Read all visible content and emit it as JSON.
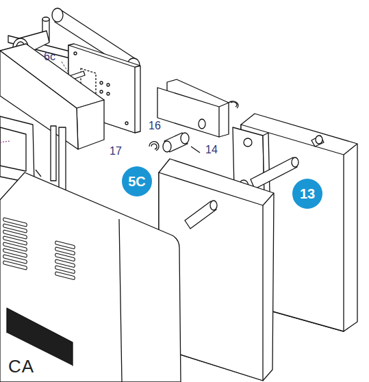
{
  "diagram": {
    "nodes": [
      {
        "text": [
          "5C"
        ]
      },
      {
        "text": [
          "13"
        ]
      }
    ],
    "labels": [
      "6c",
      "16",
      "17",
      "14",
      "CA"
    ]
  }
}
